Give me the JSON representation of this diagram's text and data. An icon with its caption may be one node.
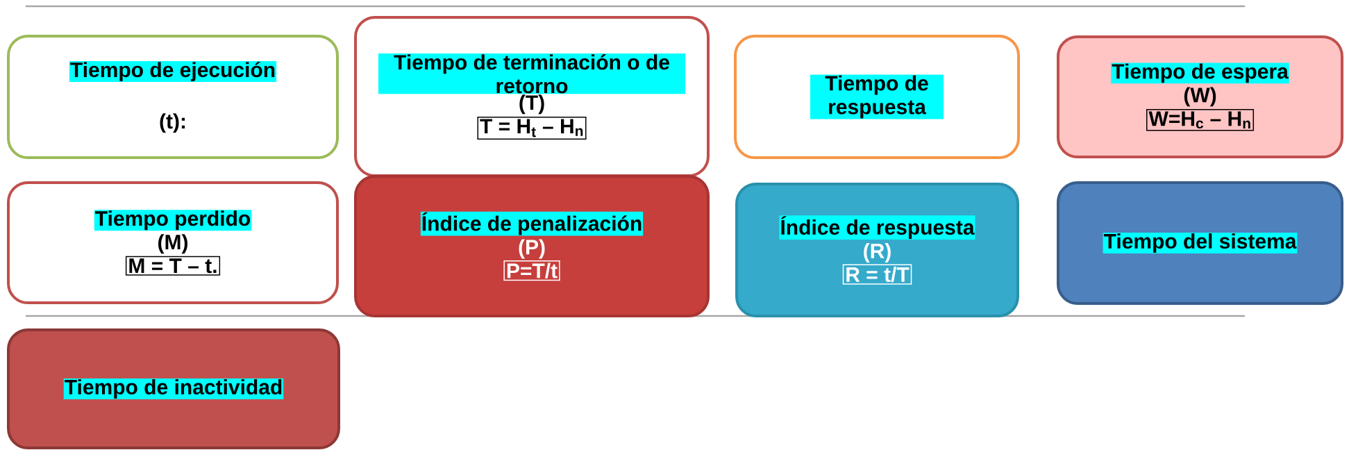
{
  "diagram": {
    "nodes": [
      {
        "text": [
          "Tiempo de ejecución",
          "**(t)**:"
        ]
      },
      {
        "text": [
          "Tiempo de terminación o de retorno",
          "(T)",
          "T = H$_{t}$ – H$_{n}$"
        ]
      },
      {
        "text": [
          "Tiempo de respuesta"
        ]
      },
      {
        "text": [
          "Tiempo de espera",
          "(W)",
          "W=H$_{c}$ – H$_{n}$"
        ]
      },
      {
        "text": [
          "Tiempo perdido",
          "(M)",
          "M = T – t."
        ]
      },
      {
        "text": [
          "Índice de penalización",
          "(P)",
          "P=T/t"
        ]
      },
      {
        "text": [
          "Índice de respuesta",
          "(R)",
          "R = t/T"
        ]
      },
      {
        "text": [
          "Tiempo del sistema"
        ]
      },
      {
        "text": [
          "Tiempo de inactividad"
        ]
      }
    ]
  }
}
